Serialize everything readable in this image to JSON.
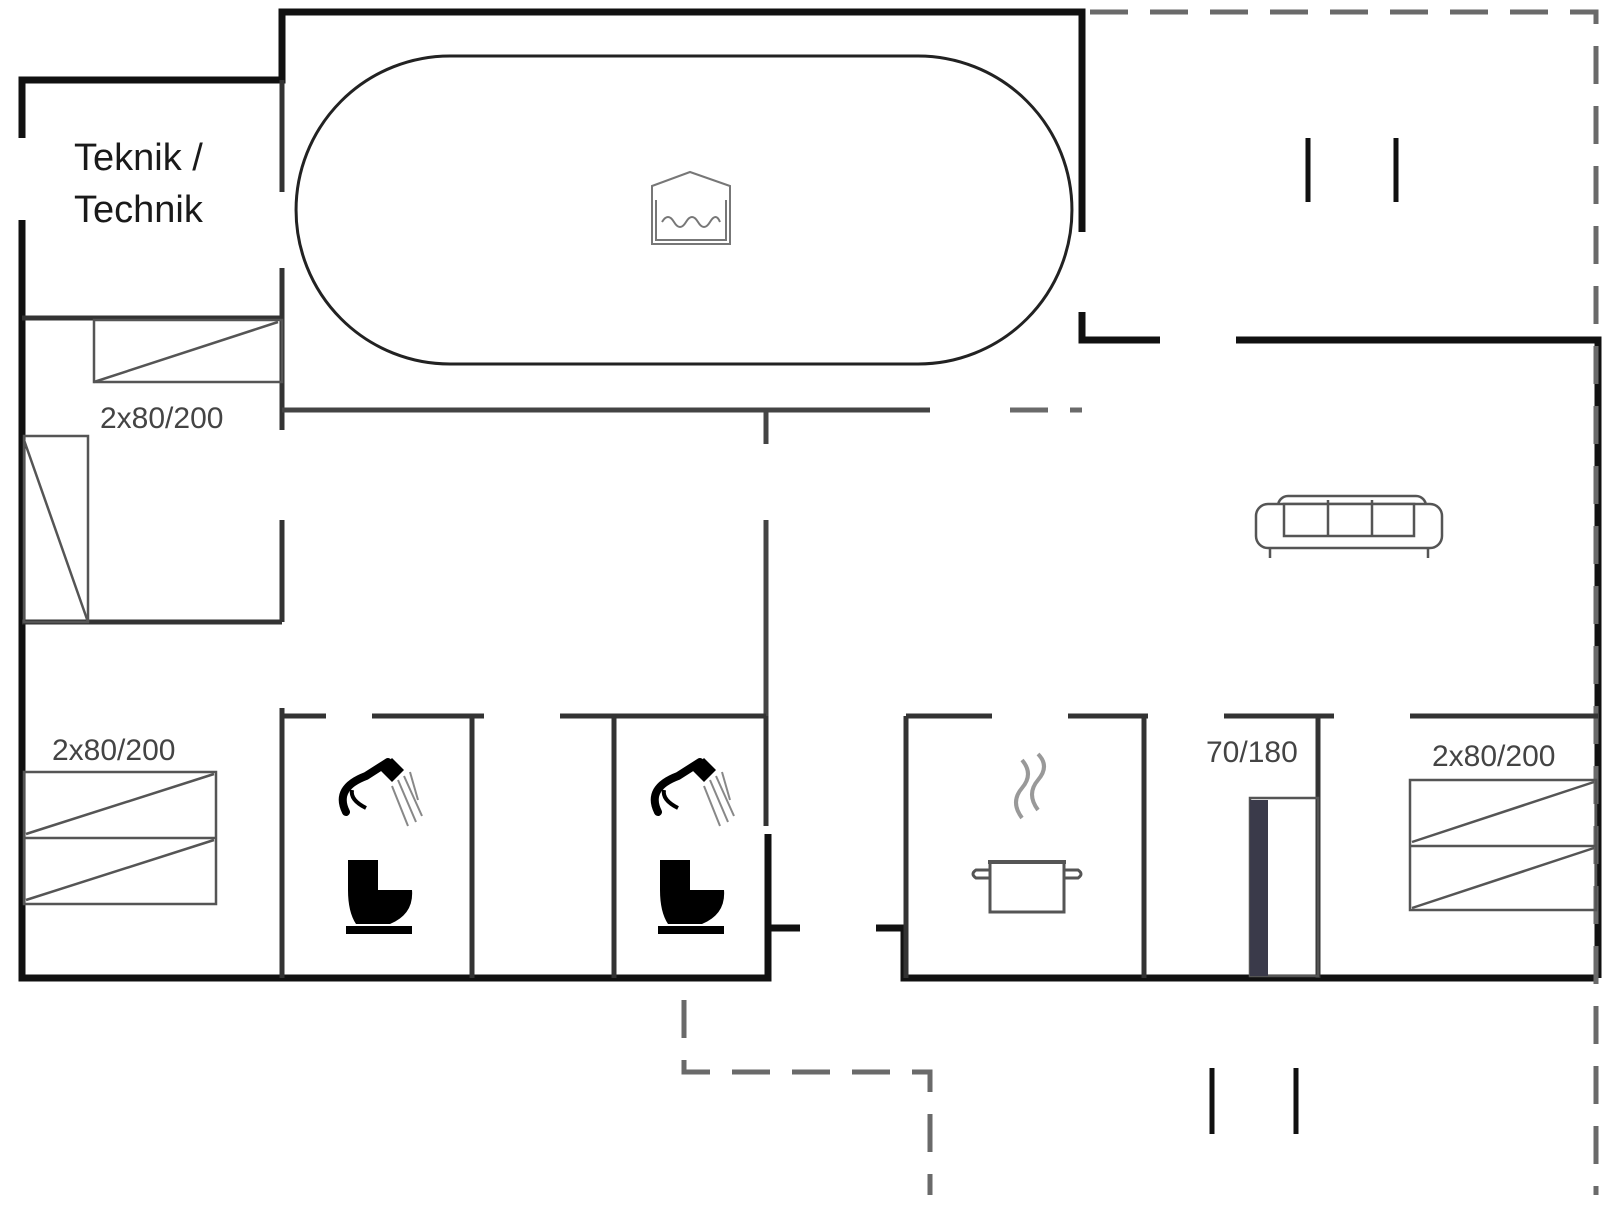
{
  "plan": {
    "rooms": {
      "technik": {
        "line1": "Teknik /",
        "line2": "Technik"
      },
      "bedroom_top_left": {
        "bed_label": "2x80/200"
      },
      "bedroom_bottom_left": {
        "bed_label": "2x80/200"
      },
      "bedroom_small": {
        "bed_label": "70/180"
      },
      "bedroom_right": {
        "bed_label": "2x80/200"
      }
    },
    "icons": [
      "spa-pool-icon",
      "sofa-icon",
      "shower-icon",
      "toilet-icon",
      "kitchen-pot-icon"
    ]
  }
}
